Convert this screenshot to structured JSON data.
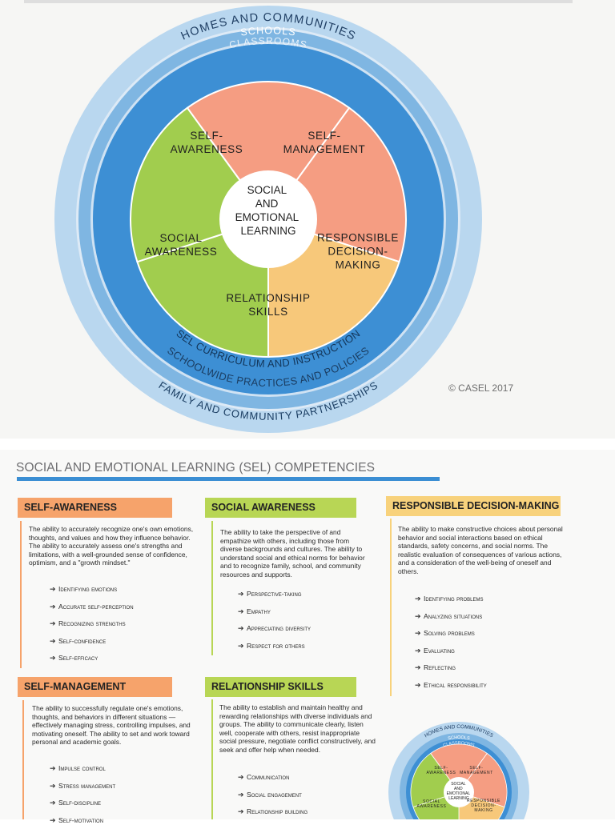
{
  "wheel": {
    "outer_ring_top": "HOMES AND COMMUNITIES",
    "ring_schools": "SCHOOLS",
    "ring_classrooms": "CLASSROOMS",
    "inner_ring_bottom": "SEL CURRICULUM AND INSTRUCTION",
    "middle_ring_bottom": "SCHOOLWIDE PRACTICES AND POLICIES",
    "outer_ring_bottom": "FAMILY AND COMMUNITY PARTNERSHIPS",
    "center": [
      "SOCIAL",
      "AND",
      "EMOTIONAL",
      "LEARNING"
    ],
    "segments": [
      {
        "lines": [
          "SELF-",
          "AWARENESS"
        ],
        "color": "#f59d82"
      },
      {
        "lines": [
          "SELF-",
          "MANAGEMENT"
        ],
        "color": "#f59d82"
      },
      {
        "lines": [
          "RESPONSIBLE",
          "DECISION-",
          "MAKING"
        ],
        "color": "#f7c87a"
      },
      {
        "lines": [
          "RELATIONSHIP",
          "SKILLS"
        ],
        "color": "#a1cd4e"
      },
      {
        "lines": [
          "SOCIAL",
          "AWARENESS"
        ],
        "color": "#a1cd4e"
      }
    ],
    "colors": {
      "outer_ring": "#b9d7ef",
      "middle_ring": "#7fb6e2",
      "inner_ring": "#3d8fd4",
      "center": "#ffffff"
    }
  },
  "copyright": "© CASEL 2017",
  "page_heading": "SOCIAL AND EMOTIONAL LEARNING (SEL) COMPETENCIES",
  "cards": {
    "self_awareness": {
      "title": "SELF-AWARENESS",
      "color": "#f6a36b",
      "description": "The ability to accurately recognize one's own emotions, thoughts, and values and how they influence behavior. The ability to accurately assess one's strengths and limitations, with a well-grounded sense of confidence, optimism, and a \"growth mindset.\"",
      "bullets": [
        "Identifying emotions",
        "Accurate self-perception",
        "Recognizing strengths",
        "Self-confidence",
        "Self-efficacy"
      ]
    },
    "social_awareness": {
      "title": "SOCIAL AWARENESS",
      "color": "#b8d655",
      "description": "The ability to take the perspective of and empathize with others, including those from diverse backgrounds and cultures. The ability to understand social and ethical norms for behavior and to recognize family, school, and community resources and supports.",
      "bullets": [
        "Perspective-taking",
        "Empathy",
        "Appreciating diversity",
        "Respect for others"
      ]
    },
    "responsible_decision_making": {
      "title": "RESPONSIBLE DECISION-MAKING",
      "color": "#f8d27c",
      "description": "The ability to make constructive choices about personal behavior and social interactions based on ethical standards, safety concerns, and social norms. The realistic evaluation of consequences of various actions, and a consideration of the well-being of oneself and others.",
      "bullets": [
        "Identifying problems",
        "Analyzing situations",
        "Solving problems",
        "Evaluating",
        "Reflecting",
        "Ethical responsibility"
      ]
    },
    "self_management": {
      "title": "SELF-MANAGEMENT",
      "color": "#f6a36b",
      "description": "The ability to successfully regulate one's emotions, thoughts, and behaviors in different situations — effectively managing stress, controlling impulses, and motivating oneself. The ability to set and work toward personal and academic goals.",
      "bullets": [
        "Impulse control",
        "Stress management",
        "Self-discipline",
        "Self-motivation"
      ]
    },
    "relationship_skills": {
      "title": "RELATIONSHIP SKILLS",
      "color": "#b8d655",
      "description": "The ability to establish and maintain healthy and rewarding relationships with diverse individuals and groups. The ability to communicate clearly, listen well, cooperate with others, resist inappropriate social pressure, negotiate conflict constructively, and seek and offer help when needed.",
      "bullets": [
        "Communication",
        "Social engagement",
        "Relationship building"
      ]
    }
  },
  "mini_wheel": {
    "outer_ring_top": "HOMES AND COMMUNITIES",
    "ring_schools": "SCHOOLS",
    "ring_classrooms": "CLASSROOMS",
    "segments": [
      {
        "lines": [
          "SELF-",
          "AWARENESS"
        ],
        "color": "#f59d82"
      },
      {
        "lines": [
          "SELF-",
          "MANAGEMENT"
        ],
        "color": "#f59d82"
      },
      {
        "lines": [
          "RESPONSIBLE",
          "DECISION-",
          "MAKING"
        ],
        "color": "#f7c87a"
      },
      {
        "lines": [],
        "color": "#a1cd4e"
      },
      {
        "lines": [
          "SOCIAL",
          "AWARENESS"
        ],
        "color": "#a1cd4e"
      }
    ],
    "center": [
      "SOCIAL",
      "AND",
      "EMOTIONAL",
      "LEARNING"
    ]
  }
}
